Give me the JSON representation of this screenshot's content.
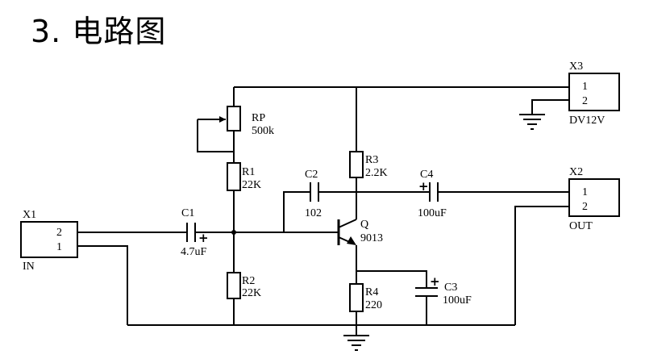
{
  "title": "3. 电路图",
  "components": {
    "x1": {
      "ref": "X1",
      "pin_top": "2",
      "pin_bottom": "1",
      "label": "IN"
    },
    "x2": {
      "ref": "X2",
      "pin_top": "1",
      "pin_bottom": "2",
      "label": "OUT"
    },
    "x3": {
      "ref": "X3",
      "pin_top": "1",
      "pin_bottom": "2",
      "label": "DV12V"
    },
    "rp": {
      "ref": "RP",
      "value": "500k"
    },
    "r1": {
      "ref": "R1",
      "value": "22K"
    },
    "r2": {
      "ref": "R2",
      "value": "22K"
    },
    "r3": {
      "ref": "R3",
      "value": "2.2K"
    },
    "r4": {
      "ref": "R4",
      "value": "220"
    },
    "c1": {
      "ref": "C1",
      "value": "4.7uF"
    },
    "c2": {
      "ref": "C2",
      "value": "102"
    },
    "c3": {
      "ref": "C3",
      "value": "100uF"
    },
    "c4": {
      "ref": "C4",
      "value": "100uF"
    },
    "q": {
      "ref": "Q",
      "value": "9013"
    },
    "polarity_mark": "+"
  }
}
